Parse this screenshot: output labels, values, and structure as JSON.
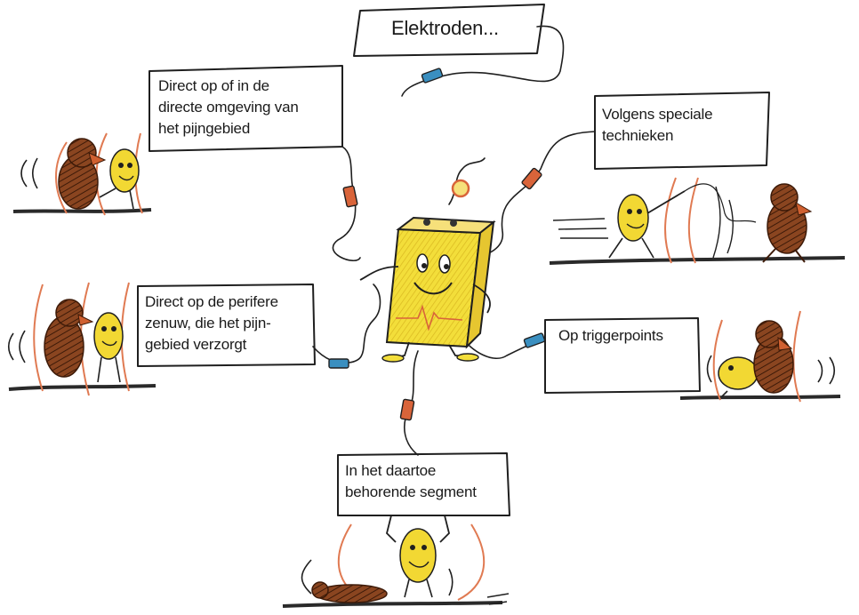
{
  "signs": {
    "title": {
      "lines": [
        "Elektroden..."
      ]
    },
    "direct_pain_area": {
      "lines": [
        "Direct op of in de",
        "directe omgeving van",
        "het pijngebied"
      ]
    },
    "special_techniques": {
      "lines": [
        "Volgens speciale",
        "technieken"
      ]
    },
    "peripheral_nerve": {
      "lines": [
        "Direct op de perifere",
        "zenuw, die het pijn-",
        "gebied verzorgt"
      ]
    },
    "triggerpoints": {
      "lines": [
        "Op triggerpoints"
      ]
    },
    "segment": {
      "lines": [
        "In het daartoe",
        "behorende segment"
      ]
    }
  },
  "colors": {
    "device_body": "#f3de3a",
    "creature_yellow": "#f2d833",
    "creature_brown": "#7a3a1a",
    "motion_lines": "#e07a52",
    "connector_red": "#d9643a",
    "connector_blue": "#3a8fc0",
    "ink": "#1f1f1f"
  }
}
